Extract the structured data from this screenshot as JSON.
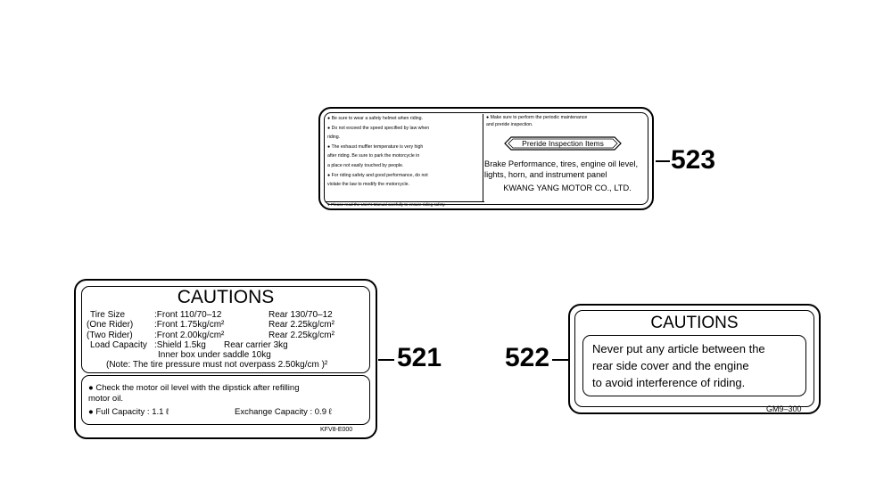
{
  "label_523": {
    "part_no": "523",
    "left_lines": [
      "● Be sure to wear a safety helmet when riding.",
      "● Do not exceed  the speed specified by law when",
      "   riding.",
      "● The exhaust muffler temperature is very high",
      "   after riding. Be sure to park the motorcycle in",
      "   a place not easily touched by people.",
      "● For riding safety and good performance, do not",
      "   violate the law to modify the motorcycle."
    ],
    "bottom_note": "● Please read the User's Manual carefully to ensure riding safety.",
    "right_top_lines": [
      "● Make sure to perform the periodic maintenance",
      "   and preride inspection."
    ],
    "preride_title": "Preride Inspection Items",
    "inspection_lines": [
      "Brake Performance, tires, engine oil level,",
      "lights, horn, and instrument panel"
    ],
    "company": "KWANG YANG MOTOR CO., LTD."
  },
  "label_521": {
    "part_no": "521",
    "title": "CAUTIONS",
    "tire_size": {
      "label": "Tire Size",
      "front": ":Front 110/70–12",
      "rear": "Rear 130/70–12"
    },
    "one_rider": {
      "label": "(One Rider)",
      "front": ":Front 1.75kg/cm²",
      "rear": "Rear 2.25kg/cm²"
    },
    "two_rider": {
      "label": "(Two Rider)",
      "front": ":Front 2.00kg/cm²",
      "rear": "Rear 2.25kg/cm²"
    },
    "load": {
      "label": "Load Capacity",
      "shield": ":Shield 1.5kg",
      "rear_carrier": "Rear carrier 3kg",
      "inner_box": "Inner box under saddle 10kg"
    },
    "note": "(Note: The tire pressure must not overpass 2.50kg/cm )²",
    "oil_line1": "● Check the motor oil level with the dipstick after refilling",
    "oil_line2": "   motor oil.",
    "full_capacity": "● Full Capacity  :  1.1 ℓ",
    "exchange_capacity": "Exchange Capacity  :  0.9 ℓ",
    "code": "KFV8-E000"
  },
  "label_522": {
    "part_no": "522",
    "title": "CAUTIONS",
    "lines": [
      "Never put any article between the",
      "rear side cover and the engine",
      "to avoid interference of riding."
    ],
    "code": "GM9–300"
  }
}
